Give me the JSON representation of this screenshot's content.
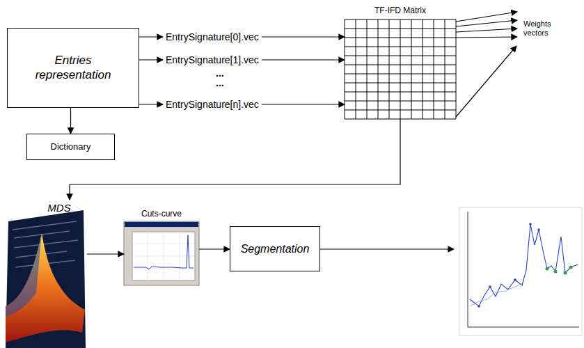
{
  "diagram": {
    "nodes": [
      {
        "text": [
          "Entries representation"
        ]
      },
      {
        "text": [
          "EntrySignature[0].vec"
        ]
      },
      {
        "text": [
          "EntrySignature[1].vec"
        ]
      },
      {
        "text": [
          "EntrySignature[n].vec"
        ]
      },
      {
        "text": [
          "TF-IFD Matrix"
        ]
      },
      {
        "text": [
          "Dictionary"
        ]
      },
      {
        "text": [
          "MDS"
        ]
      },
      {
        "text": [
          "Cuts-curve"
        ]
      },
      {
        "text": [
          "Segmentation"
        ]
      }
    ],
    "edges": [
      {
        "from": 0,
        "to": 1,
        "arrow": "to"
      },
      {
        "from": 0,
        "to": 2,
        "arrow": "to"
      },
      {
        "from": 0,
        "to": 3,
        "arrow": "to"
      },
      {
        "from": 1,
        "to": 4,
        "arrow": "to"
      },
      {
        "from": 2,
        "to": 4,
        "arrow": "to"
      },
      {
        "from": 3,
        "to": 4,
        "arrow": "to"
      },
      {
        "from": 0,
        "to": 5,
        "arrow": "to"
      },
      {
        "from": 4,
        "to": 6,
        "arrow": "to"
      },
      {
        "from": 6,
        "to": 7,
        "arrow": "to"
      },
      {
        "from": 7,
        "to": 8,
        "arrow": "to"
      }
    ],
    "labels": [
      "...",
      "...",
      "Weights vectors"
    ]
  }
}
